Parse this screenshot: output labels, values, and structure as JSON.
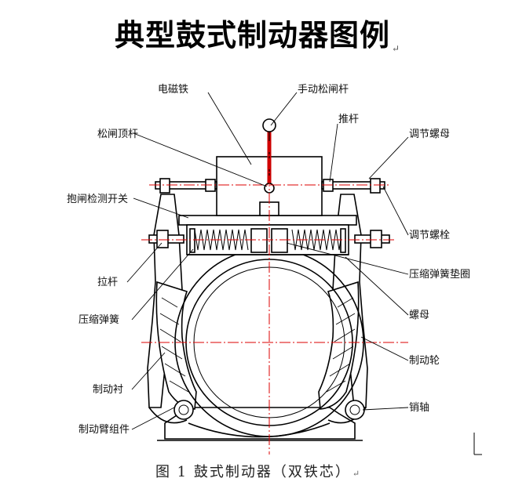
{
  "title": "典型鼓式制动器图例",
  "title_mark": "↵",
  "caption": "图 1 鼓式制动器（双铁芯）",
  "caption_mark": "↵",
  "labels": {
    "electromagnet": "电磁铁",
    "manual_release_lever": "手动松闸杆",
    "push_rod": "推杆",
    "release_top_rod": "松闸顶杆",
    "adjusting_nut": "调节螺母",
    "brake_detection_switch": "抱闸检测开关",
    "adjusting_bolt": "调节螺栓",
    "pull_rod": "拉杆",
    "spring_washer": "压缩弹簧垫圈",
    "compression_spring": "压缩弹簧",
    "nut": "螺母",
    "brake_wheel": "制动轮",
    "brake_lining": "制动衬",
    "pin_shaft": "销轴",
    "brake_arm_assembly": "制动臂组件"
  },
  "colors": {
    "ink": "#000000",
    "centerline": "#dd0000",
    "lever": "#cc0000"
  }
}
